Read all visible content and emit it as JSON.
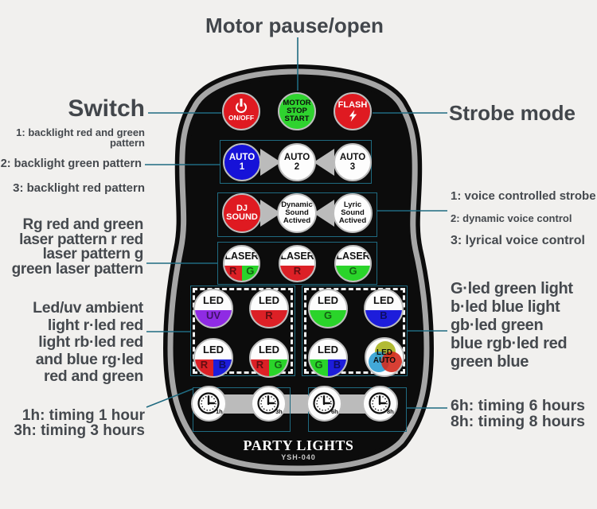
{
  "headings": {
    "motor_pause": "Motor pause/open",
    "switch": "Switch",
    "strobe_mode": "Strobe mode"
  },
  "left_annotations": {
    "backlight_1": "1: backlight red and green\npattern",
    "backlight_2": "2: backlight green pattern",
    "backlight_3": "3: backlight red pattern",
    "laser_patterns": "Rg red and green\nlaser pattern r red\nlaser pattern g\ngreen laser pattern",
    "led_ambient": "Led/uv ambient\nlight r·led red\nlight rb·led red\nand blue rg·led\nred and green",
    "timers": "1h: timing 1 hour\n3h: timing 3 hours"
  },
  "right_annotations": {
    "voice_1": "1: voice controlled strobe",
    "voice_2": "2: dynamic voice control",
    "voice_3": "3: lyrical voice control",
    "led_colors": "G·led green light\nb·led blue light\ngb·led green\nblue rgb·led red\ngreen blue",
    "timers": "6h: timing 6 hours\n8h: timing 8 hours"
  },
  "remote": {
    "brand": "PARTY LIGHTS",
    "model": "YSH-040",
    "power_label": "ON/OFF",
    "motor_label": "MOTOR\nSTOP\nSTART",
    "flash_label": "FLASH",
    "auto_row": [
      {
        "label": "AUTO\n1"
      },
      {
        "label": "AUTO\n2"
      },
      {
        "label": "AUTO\n3"
      }
    ],
    "sound_row": [
      {
        "label": "DJ\nSOUND"
      },
      {
        "label": "Dynamic\nSound\nActived"
      },
      {
        "label": "Lyric\nSound\nActived"
      }
    ],
    "laser_row": [
      {
        "label": "LASER",
        "segments": [
          {
            "letter": "R",
            "color": "#dc2026"
          },
          {
            "letter": "G",
            "color": "#2ad42a"
          }
        ]
      },
      {
        "label": "LASER",
        "segments": [
          {
            "letter": "R",
            "color": "#dc2026"
          }
        ]
      },
      {
        "label": "LASER",
        "segments": [
          {
            "letter": "G",
            "color": "#2ad42a"
          }
        ]
      }
    ],
    "led_left": [
      {
        "label": "LED",
        "segments": [
          {
            "letter": "UV",
            "color": "#8f2be4"
          }
        ]
      },
      {
        "label": "LED",
        "segments": [
          {
            "letter": "R",
            "color": "#dc2026"
          }
        ]
      },
      {
        "label": "LED",
        "segments": [
          {
            "letter": "R",
            "color": "#dc2026"
          },
          {
            "letter": "B",
            "color": "#1d1ddb"
          }
        ]
      },
      {
        "label": "LED",
        "segments": [
          {
            "letter": "R",
            "color": "#dc2026"
          },
          {
            "letter": "G",
            "color": "#2ad42a"
          }
        ]
      }
    ],
    "led_right": [
      {
        "label": "LED",
        "segments": [
          {
            "letter": "G",
            "color": "#2ad42a"
          }
        ]
      },
      {
        "label": "LED",
        "segments": [
          {
            "letter": "B",
            "color": "#1d1ddb"
          }
        ]
      },
      {
        "label": "LED",
        "segments": [
          {
            "letter": "G",
            "color": "#2ad42a"
          },
          {
            "letter": "B",
            "color": "#1d1ddb"
          }
        ]
      },
      {
        "label": "LED\nAUTO"
      }
    ],
    "timer_row": [
      {
        "label": "1h"
      },
      {
        "label": "3h"
      },
      {
        "label": "6h"
      },
      {
        "label": "8h"
      }
    ]
  },
  "colors": {
    "background": "#f1f0ee",
    "annotation_line": "#1f6a80",
    "text_dark": "#42464b",
    "remote_black": "#0c0c0c",
    "ring_gray": "#a6a6a6",
    "button_red": "#df1a21",
    "button_green": "#2fd32f",
    "button_blue": "#1612d8",
    "uv_purple": "#8f2be4",
    "led_blue": "#1d1ddb",
    "laser_green": "#2ad42a"
  }
}
